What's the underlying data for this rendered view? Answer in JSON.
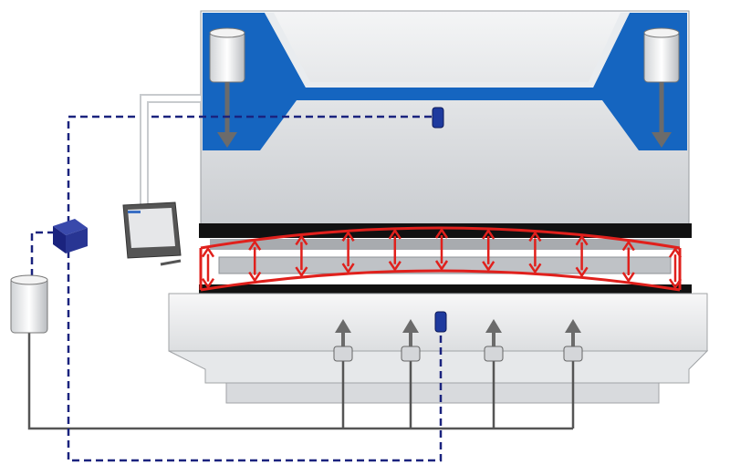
{
  "diagram": {
    "subject": "press-brake-crowning-system",
    "colors": {
      "beam_blue": "#1565c0",
      "crowning_red": "#e0201c",
      "signal_line": "#1a237e",
      "hydraulic_line": "#555555",
      "machine_gray": "#d9dcdf"
    },
    "crowning_arrow_count": 11,
    "bed_cylinder_count": 4
  }
}
